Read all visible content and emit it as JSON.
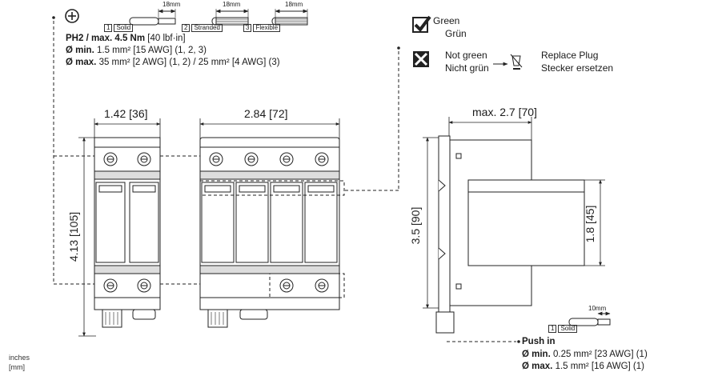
{
  "wire_top": {
    "items": [
      {
        "num": "1",
        "type": "Solid",
        "len": "18mm"
      },
      {
        "num": "2",
        "type": "Stranded",
        "len": "18mm"
      },
      {
        "num": "3",
        "type": "Flexible",
        "len": "18mm"
      }
    ],
    "torque_bold": "PH2 / max. 4.5 Nm",
    "torque_rest": "[40 lbf·in]",
    "min_bold": "Ø min.",
    "min_rest": "1.5 mm² [15 AWG] (1, 2, 3)",
    "max_bold": "Ø max.",
    "max_rest": "35 mm² [2 AWG] (1, 2) / 25 mm² [4 AWG] (3)"
  },
  "status": {
    "green_en": "Green",
    "green_de": "Grün",
    "notgreen_en": "Not green",
    "notgreen_de": "Nicht grün",
    "replace_en": "Replace Plug",
    "replace_de": "Stecker ersetzen"
  },
  "dims": {
    "w2": "1.42 [36]",
    "w4": "2.84 [72]",
    "h": "4.13 [105]",
    "side_w": "max. 2.7 [70]",
    "side_h": "3.5 [90]",
    "side_h2": "1.8 [45]"
  },
  "push": {
    "num": "1",
    "type": "Solid",
    "len": "10mm",
    "title": "Push in",
    "min_bold": "Ø min.",
    "min_rest": "0.25 mm² [23 AWG] (1)",
    "max_bold": "Ø max.",
    "max_rest": "1.5 mm² [16 AWG] (1)"
  },
  "units": {
    "line1": "inches",
    "line2": "[mm]"
  }
}
